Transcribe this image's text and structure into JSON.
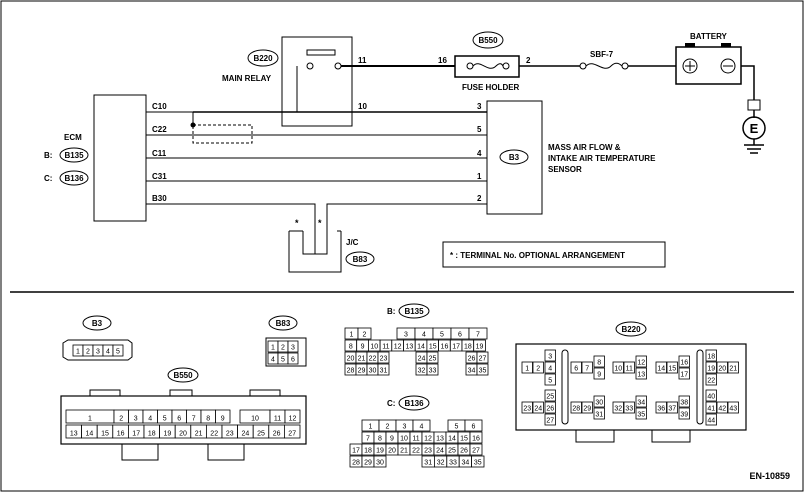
{
  "diagram_id": "EN-10859",
  "note": "* : TERMINAL No. OPTIONAL ARRANGEMENT",
  "components": {
    "ecm": {
      "label": "ECM",
      "b_prefix": "B:",
      "b_conn": "B135",
      "c_prefix": "C:",
      "c_conn": "B136"
    },
    "main_relay": {
      "label": "MAIN RELAY",
      "conn": "B220"
    },
    "fuse_holder": {
      "label": "FUSE HOLDER",
      "conn": "B550"
    },
    "fuse": {
      "label": "SBF-7"
    },
    "battery": {
      "label": "BATTERY"
    },
    "ground": {
      "label": "E"
    },
    "maf": {
      "line1": "MASS AIR FLOW &",
      "line2": "INTAKE AIR TEMPERATURE",
      "line3": "SENSOR",
      "conn": "B3"
    },
    "jc": {
      "label": "J/C",
      "conn": "B83",
      "star": "*"
    }
  },
  "wires": {
    "relay_11": "11",
    "fh_16": "16",
    "fh_2": "2",
    "relay_10": "10",
    "maf_3": "3",
    "maf_5": "5",
    "maf_4": "4",
    "maf_1": "1",
    "maf_2": "2",
    "ecm_c10": "C10",
    "ecm_c22": "C22",
    "ecm_c11": "C11",
    "ecm_c31": "C31",
    "ecm_b30": "B30"
  },
  "connectors": {
    "b3": {
      "tag": "B3",
      "pins": [
        "1",
        "2",
        "3",
        "4",
        "5"
      ]
    },
    "b83": {
      "tag": "B83",
      "row1": [
        "1",
        "2",
        "3"
      ],
      "row2": [
        "4",
        "5",
        "6"
      ]
    },
    "b550": {
      "tag": "B550",
      "row1": [
        "1",
        "2",
        "3",
        "4",
        "5",
        "6",
        "7",
        "8",
        "9",
        "10",
        "11",
        "12"
      ],
      "row2": [
        "13",
        "14",
        "15",
        "16",
        "17",
        "18",
        "19",
        "20",
        "21",
        "22",
        "23",
        "24",
        "25",
        "26",
        "27"
      ]
    },
    "b135": {
      "prefix": "B:",
      "tag": "B135",
      "r1a": [
        "1",
        "2"
      ],
      "r1b": [
        "3",
        "4",
        "5",
        "6",
        "7"
      ],
      "r2": [
        "8",
        "9",
        "10",
        "11",
        "12",
        "13",
        "14",
        "15",
        "16",
        "17",
        "18",
        "19"
      ],
      "r3a": [
        "20",
        "21",
        "22",
        "23"
      ],
      "r3b": [
        "24",
        "25"
      ],
      "r3c": [
        "26",
        "27"
      ],
      "r4a": [
        "28",
        "29",
        "30",
        "31"
      ],
      "r4b": [
        "32",
        "33"
      ],
      "r4c": [
        "34",
        "35"
      ]
    },
    "b136": {
      "prefix": "C:",
      "tag": "B136",
      "r1a": [
        "1",
        "2",
        "3",
        "4"
      ],
      "r1b": [
        "5",
        "6"
      ],
      "r2": [
        "7",
        "8",
        "9",
        "10",
        "11",
        "12",
        "13",
        "14",
        "15",
        "16"
      ],
      "r3": [
        "17",
        "18",
        "19",
        "20",
        "21",
        "22",
        "23",
        "24",
        "25",
        "26",
        "27"
      ],
      "r4a": [
        "28",
        "29",
        "30"
      ],
      "r4b": [
        "31",
        "32",
        "33",
        "34",
        "35"
      ]
    },
    "b220": {
      "tag": "B220",
      "g1": [
        "1",
        "2",
        "3",
        "4",
        "5",
        "23",
        "24",
        "26",
        "25",
        "27"
      ],
      "g2": [
        "6",
        "7",
        "8",
        "9",
        "28",
        "29",
        "30",
        "31"
      ],
      "g3": [
        "10",
        "11",
        "12",
        "13",
        "32",
        "33",
        "34",
        "35"
      ],
      "g4": [
        "14",
        "15",
        "16",
        "17",
        "36",
        "37",
        "38",
        "39"
      ],
      "g5": [
        "18",
        "19",
        "20",
        "21",
        "22",
        "40",
        "41",
        "42",
        "43",
        "44"
      ]
    }
  }
}
